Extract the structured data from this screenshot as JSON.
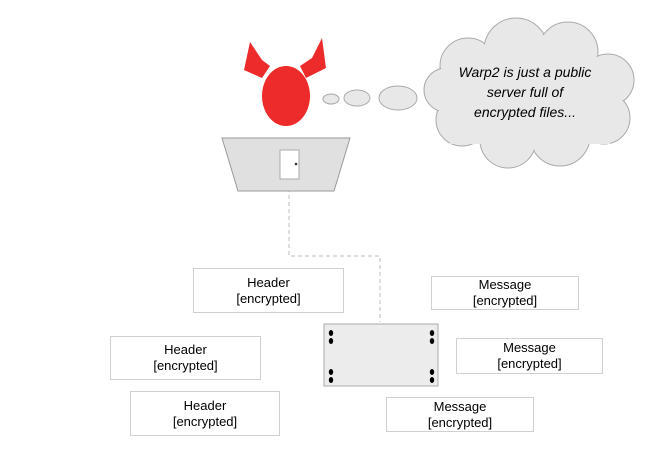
{
  "thought": {
    "lines": [
      "Warp2 is just a public",
      "server full of",
      "encrypted files..."
    ]
  },
  "headers": [
    {
      "title": "Header",
      "sub": "[encrypted]"
    },
    {
      "title": "Header",
      "sub": "[encrypted]"
    },
    {
      "title": "Header",
      "sub": "[encrypted]"
    }
  ],
  "messages": [
    {
      "title": "Message",
      "sub": "[encrypted]"
    },
    {
      "title": "Message",
      "sub": "[encrypted]"
    },
    {
      "title": "Message",
      "sub": "[encrypted]"
    }
  ],
  "colors": {
    "devil": "#ee2b2b",
    "cloud_fill": "#e8e8e8",
    "cloud_stroke": "#aaaaaa",
    "laptop_fill": "#e0e0e0",
    "server_fill": "#ececec"
  },
  "icons": [
    "devil-icon",
    "laptop-icon",
    "thought-cloud-icon",
    "server-icon"
  ]
}
